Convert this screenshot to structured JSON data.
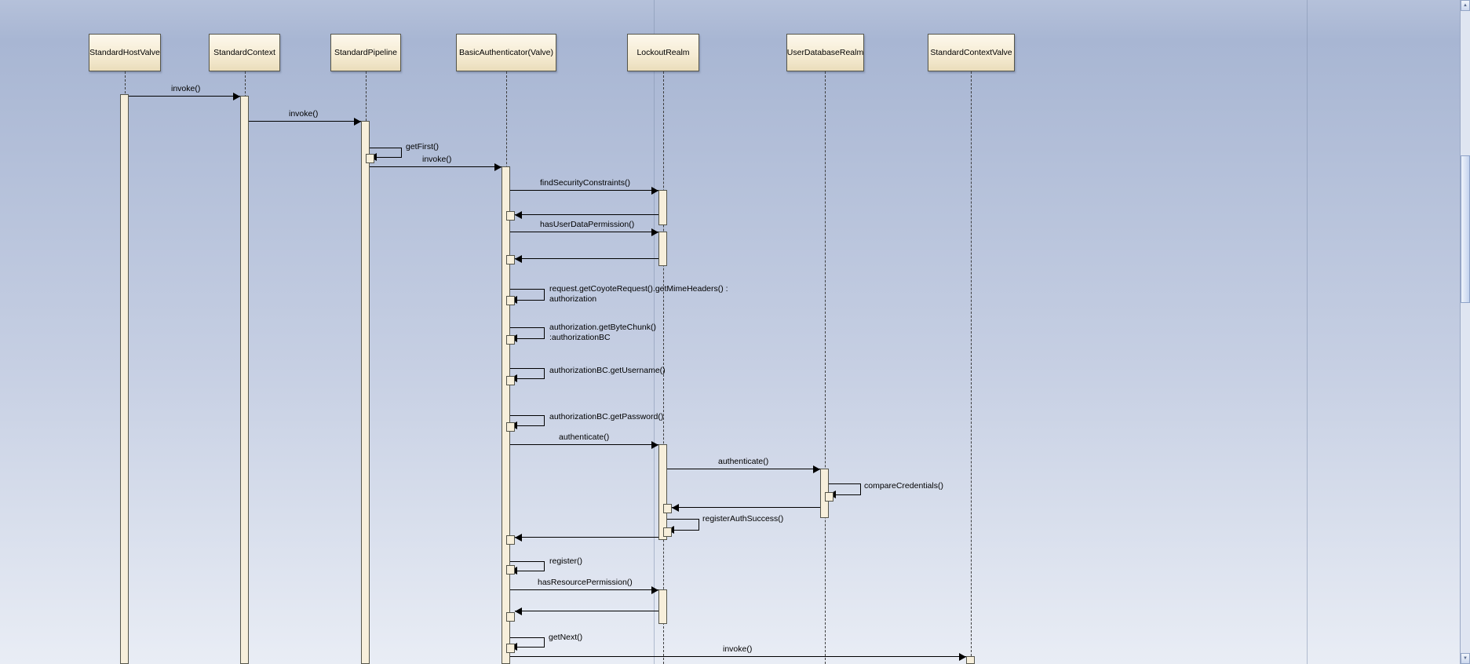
{
  "diagram": {
    "type": "uml-sequence",
    "participants": [
      {
        "name": "StandardHostValve"
      },
      {
        "name": "StandardContext"
      },
      {
        "name": "StandardPipeline"
      },
      {
        "name": "BasicAuthenticator(Valve)"
      },
      {
        "name": "LockoutRealm"
      },
      {
        "name": "UserDatabaseRealm"
      },
      {
        "name": "StandardContextValve"
      }
    ],
    "messages": [
      {
        "label": "invoke()",
        "from": "StandardHostValve",
        "to": "StandardContext",
        "kind": "call"
      },
      {
        "label": "invoke()",
        "from": "StandardContext",
        "to": "StandardPipeline",
        "kind": "call"
      },
      {
        "label": "getFirst()",
        "from": "StandardPipeline",
        "to": "StandardPipeline",
        "kind": "self"
      },
      {
        "label": "invoke()",
        "from": "StandardPipeline",
        "to": "BasicAuthenticator(Valve)",
        "kind": "call"
      },
      {
        "label": "findSecurityConstraints()",
        "from": "BasicAuthenticator(Valve)",
        "to": "LockoutRealm",
        "kind": "call"
      },
      {
        "label": "",
        "from": "LockoutRealm",
        "to": "BasicAuthenticator(Valve)",
        "kind": "return"
      },
      {
        "label": "hasUserDataPermission()",
        "from": "BasicAuthenticator(Valve)",
        "to": "LockoutRealm",
        "kind": "call"
      },
      {
        "label": "",
        "from": "LockoutRealm",
        "to": "BasicAuthenticator(Valve)",
        "kind": "return"
      },
      {
        "label": "request.getCoyoteRequest().getMimeHeaders() :",
        "label2": "authorization",
        "from": "BasicAuthenticator(Valve)",
        "to": "BasicAuthenticator(Valve)",
        "kind": "self"
      },
      {
        "label": "authorization.getByteChunk()",
        "label2": ":authorizationBC",
        "from": "BasicAuthenticator(Valve)",
        "to": "BasicAuthenticator(Valve)",
        "kind": "self"
      },
      {
        "label": "authorizationBC.getUsername()",
        "from": "BasicAuthenticator(Valve)",
        "to": "BasicAuthenticator(Valve)",
        "kind": "self"
      },
      {
        "label": "authorizationBC.getPassword()",
        "from": "BasicAuthenticator(Valve)",
        "to": "BasicAuthenticator(Valve)",
        "kind": "self"
      },
      {
        "label": "authenticate()",
        "from": "BasicAuthenticator(Valve)",
        "to": "LockoutRealm",
        "kind": "call"
      },
      {
        "label": "authenticate()",
        "from": "LockoutRealm",
        "to": "UserDatabaseRealm",
        "kind": "call"
      },
      {
        "label": "compareCredentials()",
        "from": "UserDatabaseRealm",
        "to": "UserDatabaseRealm",
        "kind": "self"
      },
      {
        "label": "",
        "from": "UserDatabaseRealm",
        "to": "LockoutRealm",
        "kind": "return"
      },
      {
        "label": "registerAuthSuccess()",
        "from": "LockoutRealm",
        "to": "LockoutRealm",
        "kind": "self"
      },
      {
        "label": "",
        "from": "LockoutRealm",
        "to": "BasicAuthenticator(Valve)",
        "kind": "return"
      },
      {
        "label": "register()",
        "from": "BasicAuthenticator(Valve)",
        "to": "BasicAuthenticator(Valve)",
        "kind": "self"
      },
      {
        "label": "hasResourcePermission()",
        "from": "BasicAuthenticator(Valve)",
        "to": "LockoutRealm",
        "kind": "call"
      },
      {
        "label": "",
        "from": "LockoutRealm",
        "to": "BasicAuthenticator(Valve)",
        "kind": "return"
      },
      {
        "label": "getNext()",
        "from": "BasicAuthenticator(Valve)",
        "to": "BasicAuthenticator(Valve)",
        "kind": "self"
      },
      {
        "label": "invoke()",
        "from": "BasicAuthenticator(Valve)",
        "to": "StandardContextValve",
        "kind": "call"
      }
    ],
    "colors": {
      "background_top": "#a8b6d3",
      "background_bottom": "#e9edf5",
      "participant_fill": "#f5ebd2",
      "participant_border": "#55554a",
      "activation_fill": "#f7efdb",
      "message_line": "#000000"
    }
  },
  "scrollbar": {
    "up_icon": "▲",
    "down_icon": "▼"
  }
}
